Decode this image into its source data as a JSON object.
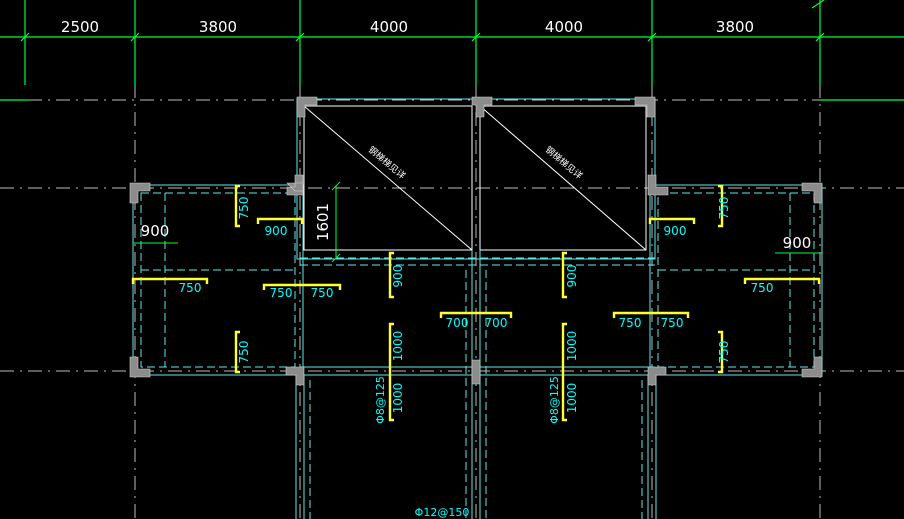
{
  "colors": {
    "background": "#000000",
    "dimension": "#00ff3c",
    "axis": "#bdbdbd",
    "wall": "#5fe8e8",
    "slab_bar": "#ffff33",
    "text_dim": "#ffffff",
    "text_rebar": "#00ffff",
    "column": "#8c8c8c",
    "diagonal": "#ffffff"
  },
  "dimensions": {
    "spans": [
      "2500",
      "3800",
      "4000",
      "4000",
      "3800"
    ],
    "left_offset": "900",
    "right_offset": "900",
    "vertical_1601": "1601"
  },
  "openings": {
    "left_label": "钢梯梯见详",
    "right_label": "钢梯梯见详"
  },
  "rebar_labels": {
    "l_top": "750",
    "l_top_horiz": "900",
    "l_mid_left": "750",
    "l_mid_a": "750",
    "l_mid_b": "750",
    "l_bottom": "750",
    "c_left_900": "900",
    "c_left_1000a": "1000",
    "c_left_1000b": "1000",
    "c_left_phi": "Φ8@125",
    "c_mid_700a": "700",
    "c_mid_700b": "700",
    "c_right_900": "900",
    "c_right_1000a": "1000",
    "c_right_1000b": "1000",
    "c_right_phi": "Φ8@125",
    "r_mid_a": "750",
    "r_mid_b": "750",
    "r_top_horiz": "900",
    "r_top": "750",
    "r_mid_right": "750",
    "r_bottom": "750",
    "bottom_phi": "Φ12@150"
  }
}
